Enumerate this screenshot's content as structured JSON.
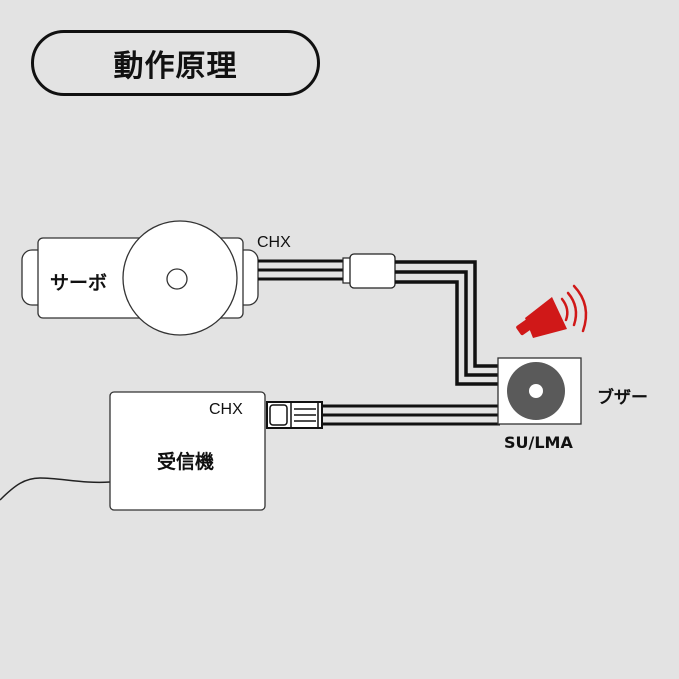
{
  "title": "動作原理",
  "components": {
    "servo": {
      "label": "サーボ",
      "channel": "CHX"
    },
    "receiver": {
      "label": "受信機",
      "channel": "CHX"
    },
    "buzzer": {
      "label": "ブザー",
      "model": "SU/LMA"
    }
  },
  "icons": {
    "speaker": "speaker-sound-icon"
  },
  "colors": {
    "background": "#e3e3e3",
    "line": "#111111",
    "box_fill": "#ffffff",
    "buzzer_disc": "#5a5a5a",
    "speaker_red": "#d01818"
  }
}
